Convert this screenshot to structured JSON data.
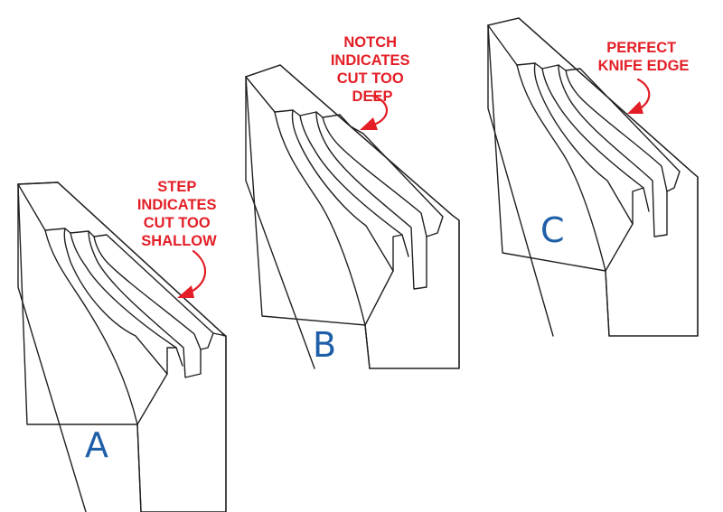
{
  "colors": {
    "line": "#231f20",
    "annotation": "#e31e26",
    "letter": "#1f5fa8"
  },
  "panels": {
    "a": {
      "letter": "A",
      "annotation": [
        "STEP",
        "INDICATES",
        "CUT TOO",
        "SHALLOW"
      ]
    },
    "b": {
      "letter": "B",
      "annotation": [
        "NOTCH",
        "INDICATES",
        "CUT TOO",
        "DEEP"
      ]
    },
    "c": {
      "letter": "C",
      "annotation": [
        "PERFECT",
        "KNIFE EDGE"
      ]
    }
  }
}
